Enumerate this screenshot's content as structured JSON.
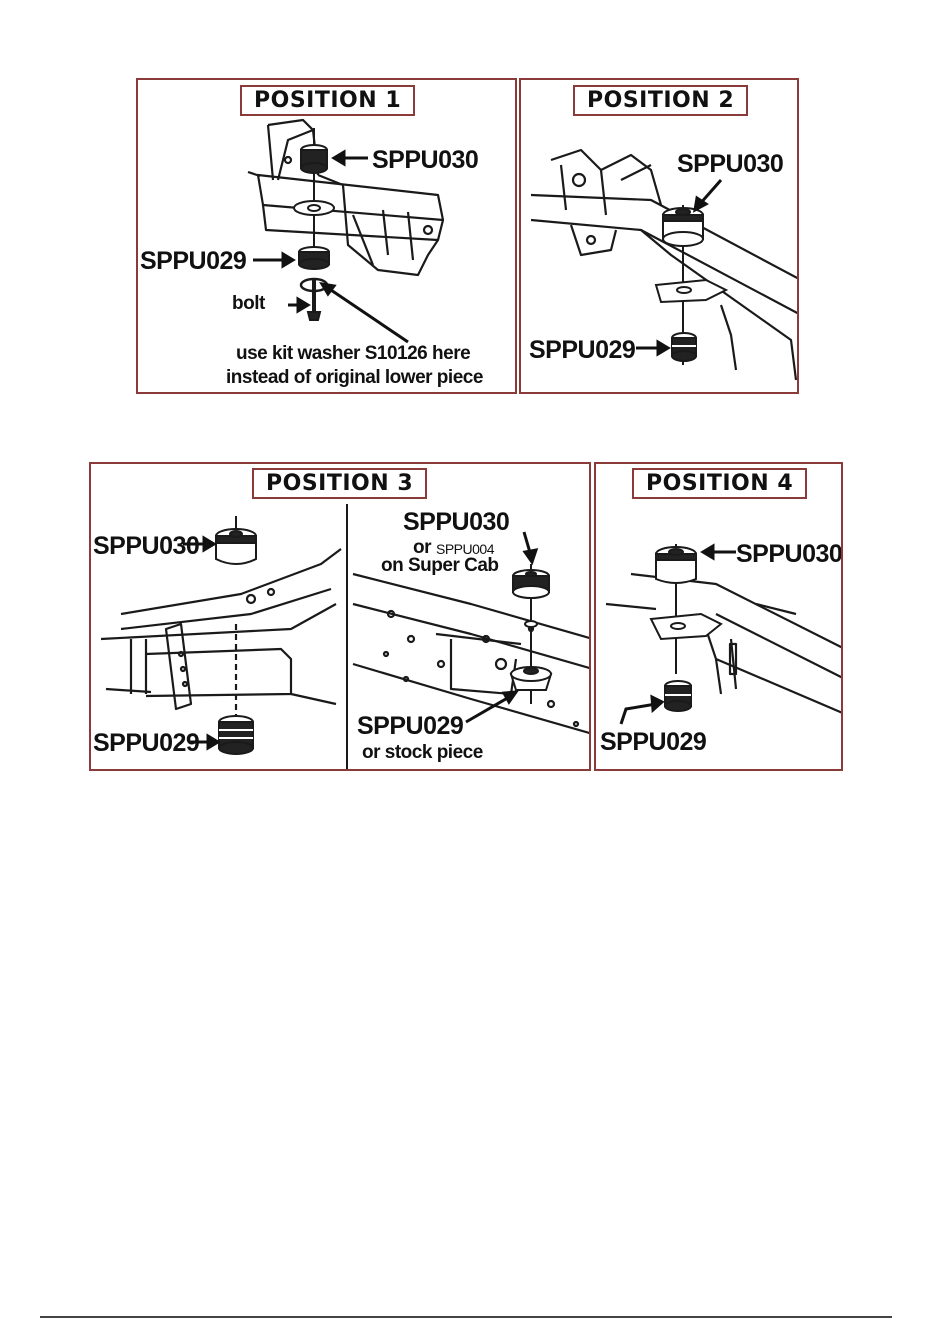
{
  "panels": {
    "p1": {
      "title": "POSITION 1",
      "upper_part": "SPPU030",
      "lower_part": "SPPU029",
      "bolt": "bolt",
      "note_line1": "use kit washer S10126 here",
      "note_line2": "instead of original lower piece"
    },
    "p2": {
      "title": "POSITION 2",
      "upper_part": "SPPU030",
      "lower_part": "SPPU029"
    },
    "p3": {
      "title": "POSITION 3",
      "left_upper_part": "SPPU030",
      "left_lower_part": "SPPU029",
      "right_upper_part": "SPPU030",
      "right_alt_prefix": "or",
      "right_alt_part": "SPPU004",
      "right_alt_suffix": "on Super Cab",
      "right_lower_part": "SPPU029",
      "right_lower_note": "or stock piece"
    },
    "p4": {
      "title": "POSITION 4",
      "upper_part": "SPPU030",
      "lower_part": "SPPU029"
    }
  },
  "colors": {
    "frame_border": "#8a3a38",
    "line_art": "#1a1a1a"
  }
}
